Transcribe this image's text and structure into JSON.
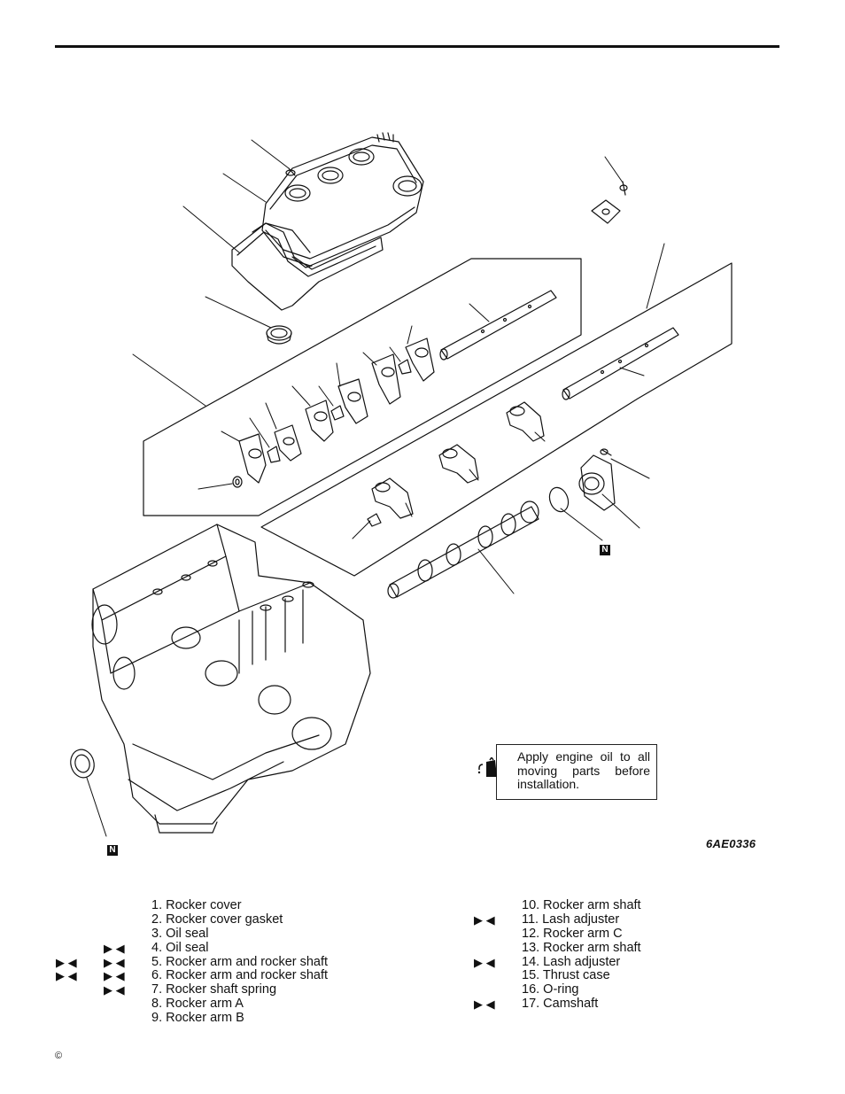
{
  "callout": {
    "text": "Apply engine oil to all moving parts before installation."
  },
  "figure_code": "6AE0336",
  "badges": {
    "n": "N"
  },
  "legend_left": [
    {
      "label": "1. Rocker  cover",
      "marks": ""
    },
    {
      "label": "2. Rocker  cover  gasket",
      "marks": ""
    },
    {
      "label": "3. Oil  seal",
      "marks": ""
    },
    {
      "label": "4. Oil  seal",
      "marks": "inner"
    },
    {
      "label": "5. Rocker  arm  and  rocker  shaft",
      "marks": "both"
    },
    {
      "label": "6. Rocker  arm  and  rocker  shaft",
      "marks": "both"
    },
    {
      "label": "7. Rocker  shaft  spring",
      "marks": "inner"
    },
    {
      "label": "8. Rocker  arm  A",
      "marks": ""
    },
    {
      "label": "9. Rocker  arm  B",
      "marks": ""
    }
  ],
  "legend_right": [
    {
      "label": "10. Rocker  arm  shaft",
      "marks": ""
    },
    {
      "label": "11. Lash  adjuster",
      "marks": "inner"
    },
    {
      "label": "12. Rocker  arm  C",
      "marks": ""
    },
    {
      "label": "13. Rocker  arm  shaft",
      "marks": ""
    },
    {
      "label": "14. Lash  adjuster",
      "marks": "inner"
    },
    {
      "label": "15. Thrust  case",
      "marks": ""
    },
    {
      "label": "16. O-ring",
      "marks": ""
    },
    {
      "label": "17. Camshaft",
      "marks": "inner"
    }
  ],
  "symbols": {
    "arrow_pair": "▶ ◀"
  },
  "copyright": "©"
}
